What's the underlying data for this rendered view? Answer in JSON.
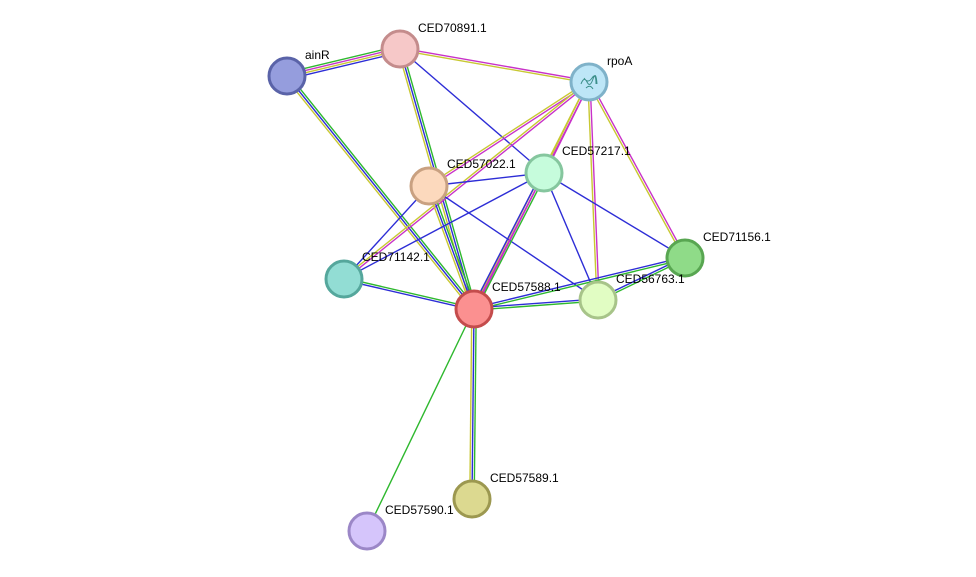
{
  "nodes": [
    {
      "id": "ainR",
      "label": "ainR",
      "fill": "#959ddd",
      "stroke": "#5a63a8"
    },
    {
      "id": "CED70891.1",
      "label": "CED70891.1",
      "fill": "#f6c8c8",
      "stroke": "#c48c8c"
    },
    {
      "id": "rpoA",
      "label": "rpoA",
      "fill": "#bde6f7",
      "stroke": "#7fb2c9",
      "has_structure_icon": true
    },
    {
      "id": "CED57022.1",
      "label": "CED57022.1",
      "fill": "#fcd9bd",
      "stroke": "#c9a181"
    },
    {
      "id": "CED57217.1",
      "label": "CED57217.1",
      "fill": "#c6fcdc",
      "stroke": "#85c69e"
    },
    {
      "id": "CED71156.1",
      "label": "CED71156.1",
      "fill": "#8fdb88",
      "stroke": "#58a651"
    },
    {
      "id": "CED71142.1",
      "label": "CED71142.1",
      "fill": "#92ddd4",
      "stroke": "#55a79c"
    },
    {
      "id": "CED57588.1",
      "label": "CED57588.1",
      "fill": "#fb9090",
      "stroke": "#c44c4c"
    },
    {
      "id": "CED56763.1",
      "label": "CED56763.1",
      "fill": "#e1fdc3",
      "stroke": "#a7c489"
    },
    {
      "id": "CED57589.1",
      "label": "CED57589.1",
      "fill": "#dcd990",
      "stroke": "#9c9850"
    },
    {
      "id": "CED57590.1",
      "label": "CED57590.1",
      "fill": "#d5c5fb",
      "stroke": "#9b87c7"
    }
  ],
  "edge_colors": {
    "database": "#2eb82e",
    "experiments": "#c832c8",
    "textmining": "#c8c832",
    "coexpression": "#2d2dd6"
  },
  "edges": [
    {
      "source": "ainR",
      "target": "CED70891.1",
      "types": [
        "database",
        "experiments",
        "textmining",
        "coexpression"
      ]
    },
    {
      "source": "ainR",
      "target": "CED57588.1",
      "types": [
        "database",
        "coexpression",
        "textmining"
      ]
    },
    {
      "source": "CED70891.1",
      "target": "rpoA",
      "types": [
        "experiments",
        "textmining"
      ]
    },
    {
      "source": "CED70891.1",
      "target": "CED57588.1",
      "types": [
        "database",
        "coexpression",
        "textmining"
      ]
    },
    {
      "source": "CED70891.1",
      "target": "CED57217.1",
      "types": [
        "coexpression"
      ]
    },
    {
      "source": "rpoA",
      "target": "CED57022.1",
      "types": [
        "experiments",
        "textmining"
      ]
    },
    {
      "source": "rpoA",
      "target": "CED57217.1",
      "types": [
        "experiments",
        "textmining"
      ]
    },
    {
      "source": "rpoA",
      "target": "CED71156.1",
      "types": [
        "experiments",
        "textmining"
      ]
    },
    {
      "source": "rpoA",
      "target": "CED56763.1",
      "types": [
        "experiments",
        "textmining"
      ]
    },
    {
      "source": "rpoA",
      "target": "CED57588.1",
      "types": [
        "experiments",
        "textmining"
      ]
    },
    {
      "source": "rpoA",
      "target": "CED71142.1",
      "types": [
        "experiments",
        "textmining"
      ]
    },
    {
      "source": "CED57022.1",
      "target": "CED57217.1",
      "types": [
        "coexpression"
      ]
    },
    {
      "source": "CED57022.1",
      "target": "CED57588.1",
      "types": [
        "database",
        "coexpression",
        "textmining"
      ]
    },
    {
      "source": "CED57022.1",
      "target": "CED56763.1",
      "types": [
        "coexpression"
      ]
    },
    {
      "source": "CED57022.1",
      "target": "CED71142.1",
      "types": [
        "coexpression"
      ]
    },
    {
      "source": "CED57217.1",
      "target": "CED57588.1",
      "types": [
        "database",
        "experiments",
        "coexpression"
      ]
    },
    {
      "source": "CED57217.1",
      "target": "CED71156.1",
      "types": [
        "coexpression"
      ]
    },
    {
      "source": "CED57217.1",
      "target": "CED56763.1",
      "types": [
        "coexpression"
      ]
    },
    {
      "source": "CED57217.1",
      "target": "CED71142.1",
      "types": [
        "coexpression"
      ]
    },
    {
      "source": "CED71156.1",
      "target": "CED56763.1",
      "types": [
        "database",
        "coexpression"
      ]
    },
    {
      "source": "CED71156.1",
      "target": "CED57588.1",
      "types": [
        "database",
        "coexpression"
      ]
    },
    {
      "source": "CED71142.1",
      "target": "CED57588.1",
      "types": [
        "database",
        "coexpression"
      ]
    },
    {
      "source": "CED56763.1",
      "target": "CED57588.1",
      "types": [
        "database",
        "coexpression"
      ]
    },
    {
      "source": "CED57588.1",
      "target": "CED57589.1",
      "types": [
        "database",
        "coexpression",
        "textmining"
      ]
    },
    {
      "source": "CED57588.1",
      "target": "CED57590.1",
      "types": [
        "database"
      ]
    }
  ]
}
